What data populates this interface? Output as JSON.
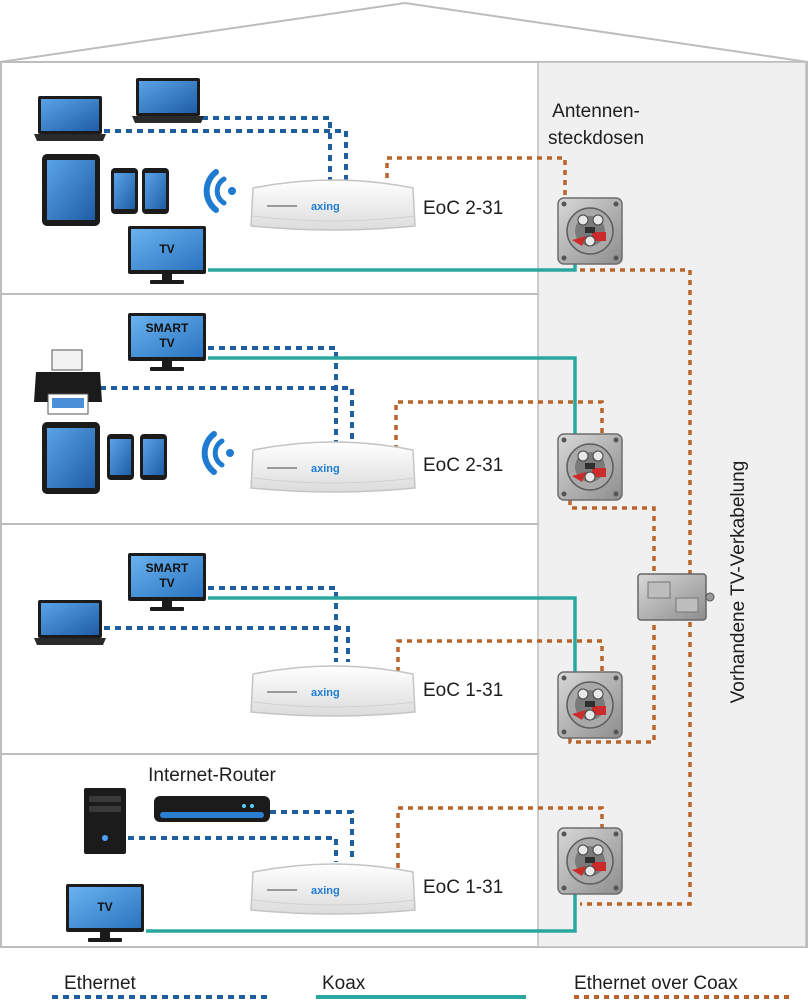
{
  "labels": {
    "outlets_line1": "Antennen-",
    "outlets_line2": "steckdosen",
    "cabling": "Vorhandene TV-Verkabelung",
    "router": "Internet-Router"
  },
  "floors": [
    {
      "adapter": "EoC 2-31",
      "screen_line1": "TV",
      "screen_line2": ""
    },
    {
      "adapter": "EoC 2-31",
      "screen_line1": "SMART",
      "screen_line2": "TV"
    },
    {
      "adapter": "EoC 1-31",
      "screen_line1": "SMART",
      "screen_line2": "TV"
    },
    {
      "adapter": "EoC 1-31",
      "screen_line1": "TV",
      "screen_line2": ""
    }
  ],
  "adapter_brand": "axing",
  "legend": {
    "ethernet": "Ethernet",
    "coax": "Koax",
    "eoc": "Ethernet over Coax"
  },
  "colors": {
    "ethernet": "#1f5fa0",
    "coax": "#2aa8a0",
    "eoc": "#b8642a",
    "device": "#2b6cb0"
  }
}
